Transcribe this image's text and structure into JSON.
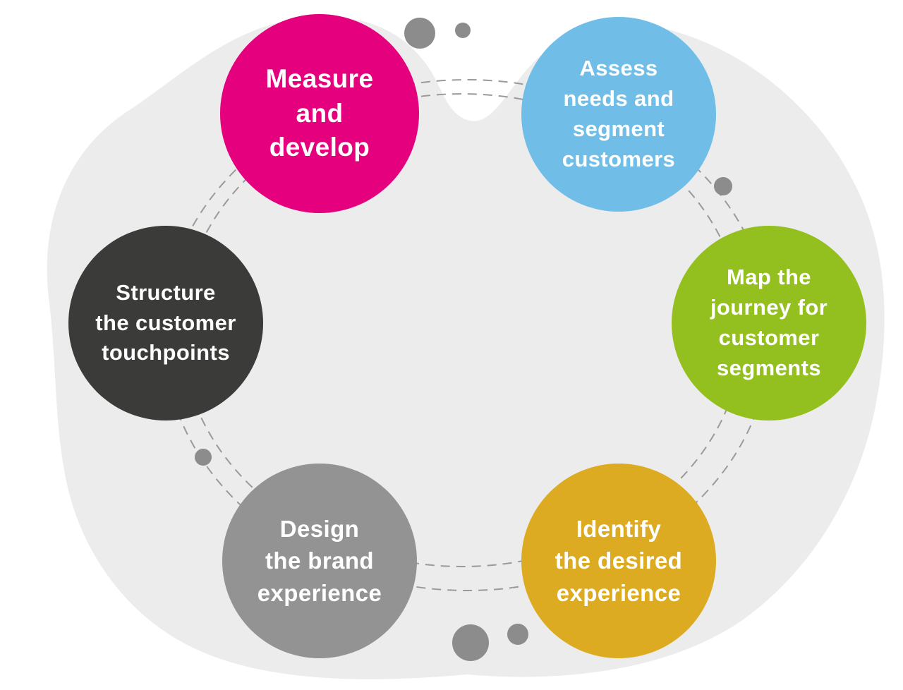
{
  "diagram": {
    "background_blob_color": "#ececec",
    "dashed_line_color": "#9a9a9a",
    "dot_color": "#8c8c8c",
    "steps": [
      {
        "name": "measure-and-develop",
        "label": "Measure\nand\ndevelop",
        "color": "#e5007d"
      },
      {
        "name": "assess-needs-segment-customers",
        "label": "Assess\nneeds and\nsegment\ncustomers",
        "color": "#70bee8"
      },
      {
        "name": "map-journey-customer-segments",
        "label": "Map the\njourney for\ncustomer\nsegments",
        "color": "#93c01f"
      },
      {
        "name": "identify-desired-experience",
        "label": "Identify\nthe desired\nexperience",
        "color": "#dcab21"
      },
      {
        "name": "design-brand-experience",
        "label": "Design\nthe brand\nexperience",
        "color": "#939393"
      },
      {
        "name": "structure-customer-touchpoints",
        "label": "Structure\nthe customer\ntouchpoints",
        "color": "#3b3b3a"
      }
    ]
  }
}
